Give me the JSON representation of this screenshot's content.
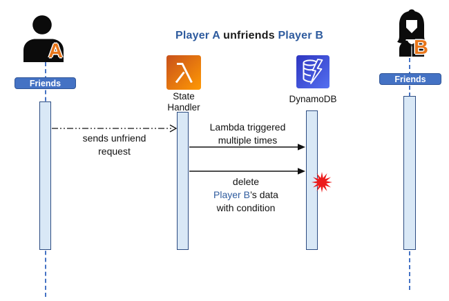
{
  "title": {
    "player_a": "Player A",
    "action": " unfriends ",
    "player_b": "Player B"
  },
  "actors": {
    "a": {
      "letter": "A",
      "badge_label": "Friends",
      "icon": "person-man-icon"
    },
    "b": {
      "letter": "B",
      "badge_label": "Friends",
      "icon": "person-woman-icon"
    }
  },
  "participants": {
    "state_handler": {
      "label": "State Handler",
      "icon": "aws-lambda-icon"
    },
    "dynamodb": {
      "label": "DynamoDB",
      "icon": "aws-dynamodb-icon"
    }
  },
  "messages": {
    "m1": {
      "label": "sends unfriend request",
      "arrow": "dash-dot-open-arrowhead"
    },
    "m2": {
      "label": "Lambda triggered multiple times",
      "arrow": "solid-filled-arrowhead"
    },
    "m3": {
      "line1": "delete",
      "line2_highlight": "Player B",
      "line2_rest": "’s data",
      "line3": "with condition",
      "arrow": "solid-filled-arrowhead"
    }
  },
  "icons": {
    "error_marker": "red-starburst-icon"
  },
  "colors": {
    "title_blue": "#2E5B9E",
    "badge_fill": "#4472C4",
    "badge_border": "#2F5496",
    "bar_fill": "#D9E8F6",
    "bar_border": "#2A4A80",
    "lifeline_blue": "#4472C4",
    "letter_orange": "#E8761B",
    "lambda_gradient_start": "#C8511B",
    "lambda_gradient_end": "#FF9904",
    "dynamo_gradient_start": "#2E35C0",
    "dynamo_gradient_end": "#5470F0",
    "burst_red": "#EC1C1C"
  }
}
